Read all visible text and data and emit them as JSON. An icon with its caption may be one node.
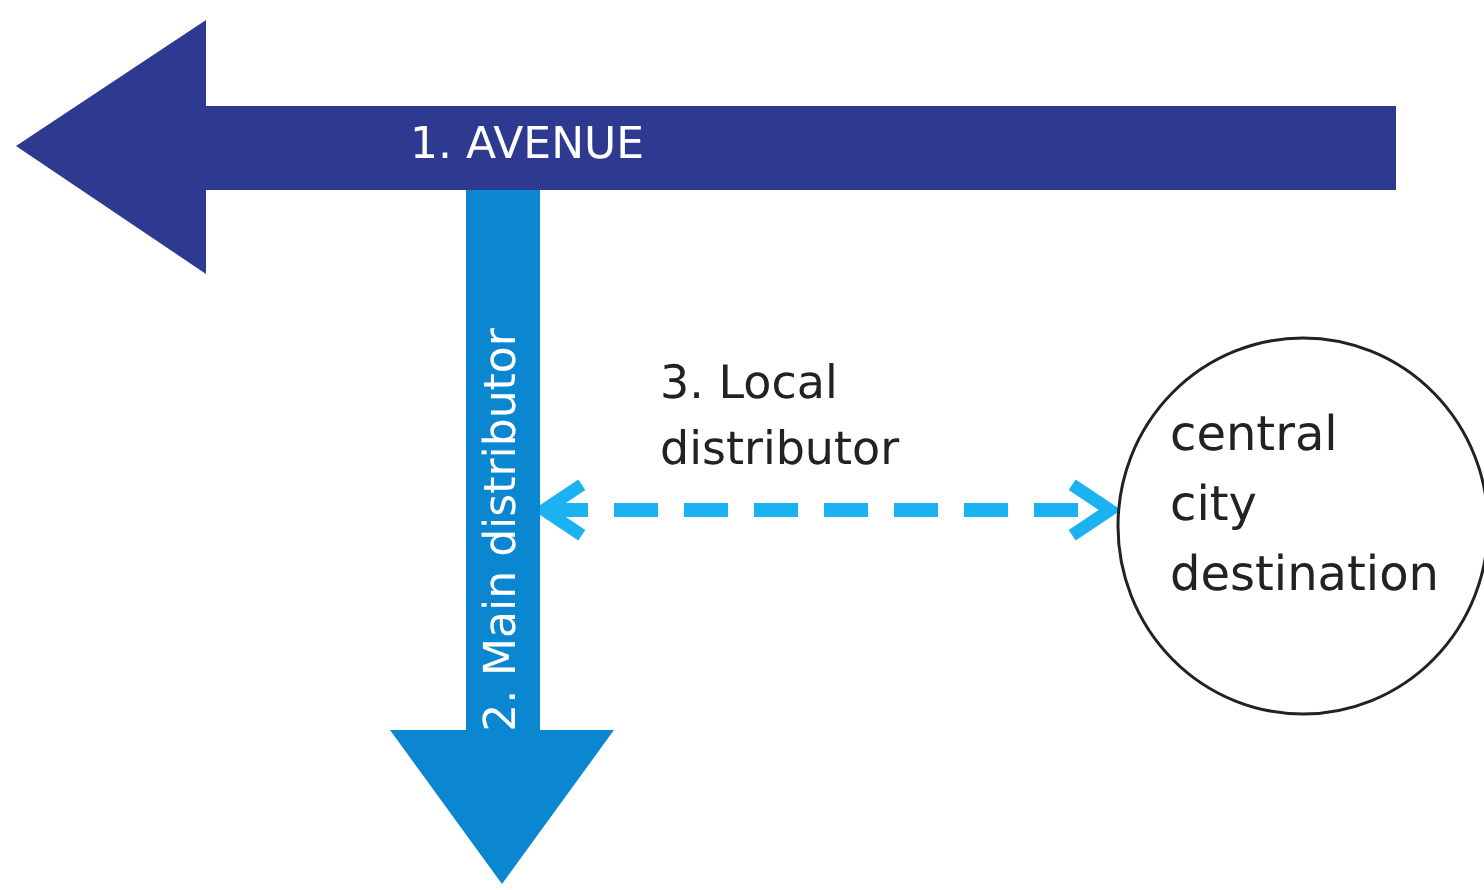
{
  "diagram": {
    "nodes": [
      {
        "text": [
          "1. AVENUE"
        ]
      },
      {
        "text": [
          "2. Main distributor"
        ]
      },
      {
        "text": [
          "central city destination"
        ]
      }
    ],
    "edges": [
      {
        "from": 1,
        "to": 2,
        "arrow": "both",
        "style": "dashed",
        "color": "#1ab2f0",
        "label": "3. Local distributor"
      }
    ]
  }
}
